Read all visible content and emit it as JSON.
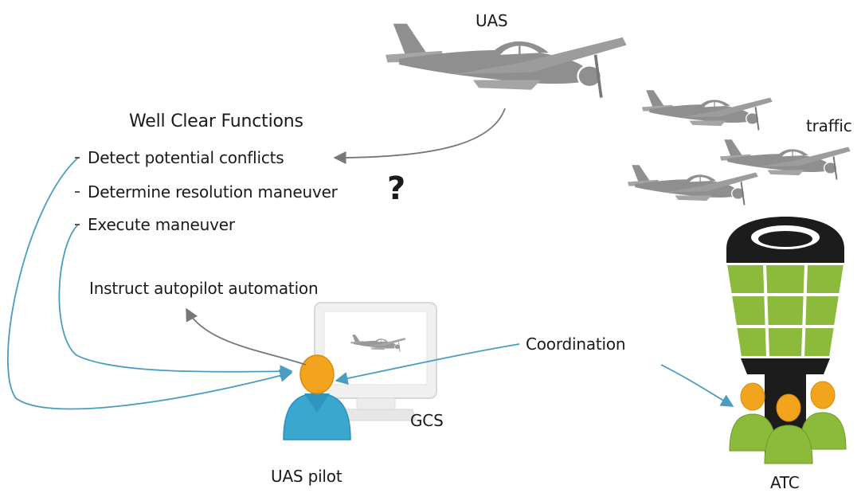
{
  "labels": {
    "uas": "UAS",
    "traffic": "traffic",
    "well_clear_title": "Well Clear Functions",
    "functions": [
      "Detect potential conflicts",
      "Determine resolution maneuver",
      "Execute maneuver"
    ],
    "question_mark": "?",
    "instruct": "Instruct autopilot automation",
    "coordination": "Coordination",
    "gcs": "GCS",
    "uas_pilot": "UAS pilot",
    "atc": "ATC"
  },
  "colors": {
    "aircraft_gray": "#8f8f8f",
    "flow_blue": "#4a9cc0",
    "flow_gray": "#777777",
    "pilot_blue": "#3aa7cf",
    "head_orange": "#f2a41c",
    "tower_green": "#8cbb3c",
    "tower_black": "#1c1c1c"
  },
  "icons": [
    "uas-airplane-icon",
    "traffic-airplane-icon",
    "gcs-monitor-icon",
    "pilot-person-icon",
    "atc-tower-icon",
    "atc-controllers-icon"
  ]
}
